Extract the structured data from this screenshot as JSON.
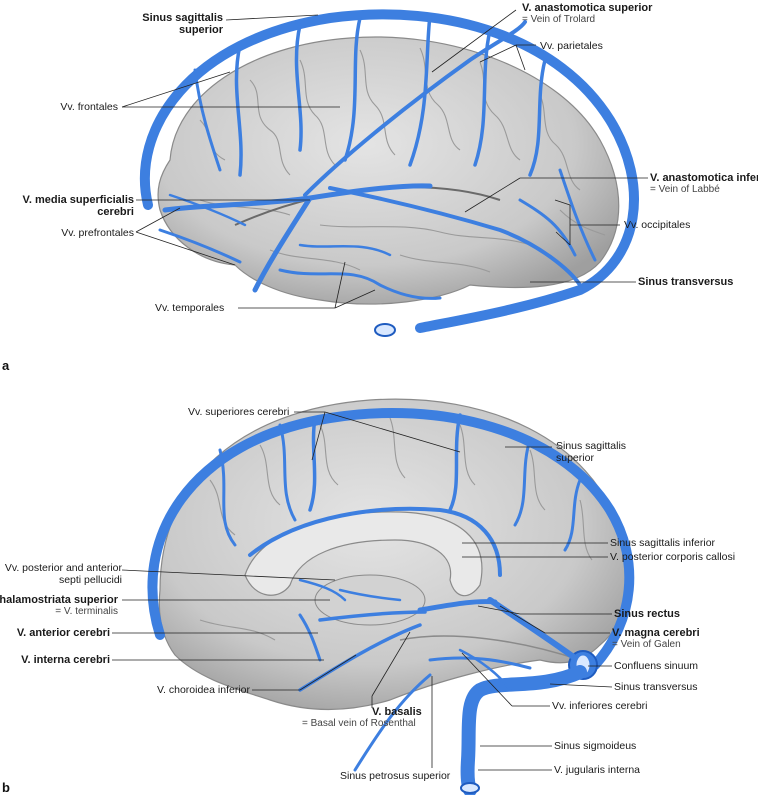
{
  "panels": [
    {
      "letter": "a",
      "labels": {
        "sinus_sagittalis_superior": {
          "main": "Sinus sagittalis superior",
          "bold": true
        },
        "v_anastomotica_superior": {
          "main": "V. anastomotica superior",
          "sub": "= Vein of Trolard",
          "bold": true
        },
        "vv_parietales": {
          "main": "Vv. parietales"
        },
        "vv_frontales": {
          "main": "Vv. frontales"
        },
        "v_anastomotica_inferior": {
          "main": "V. anastomotica inferior",
          "sub": "= Vein of Labbé",
          "bold": true
        },
        "v_media_superficialis_cerebri": {
          "main": "V. media superficialis cerebri",
          "bold": true
        },
        "vv_occipitales": {
          "main": "Vv. occipitales"
        },
        "vv_prefrontales": {
          "main": "Vv. prefrontales"
        },
        "sinus_transversus": {
          "main": "Sinus transversus",
          "bold": true
        },
        "vv_temporales": {
          "main": "Vv. temporales"
        }
      }
    },
    {
      "letter": "b",
      "labels": {
        "vv_superiores_cerebri": {
          "main": "Vv. superiores cerebri"
        },
        "sinus_sagittalis_superior": {
          "main": "Sinus sagittalis superior"
        },
        "sinus_sagittalis_inferior": {
          "main": "Sinus sagittalis inferior"
        },
        "vv_septi_pellucidi": {
          "main": "Vv. posterior and anterior septi pellucidi"
        },
        "v_posterior_corporis_callosi": {
          "main": "V. posterior corporis callosi"
        },
        "v_thalamostriata_superior": {
          "main": "V. thalamostriata superior",
          "sub": "= V. terminalis",
          "bold": true
        },
        "sinus_rectus": {
          "main": "Sinus rectus",
          "bold": true
        },
        "v_anterior_cerebri": {
          "main": "V. anterior cerebri",
          "bold": true
        },
        "v_magna_cerebri": {
          "main": "V. magna cerebri",
          "sub": "= Vein of Galen",
          "bold": true
        },
        "v_interna_cerebri": {
          "main": "V. interna cerebri",
          "bold": true
        },
        "confluens_sinuum": {
          "main": "Confluens sinuum"
        },
        "v_choroidea_inferior": {
          "main": "V. choroidea inferior"
        },
        "sinus_transversus": {
          "main": "Sinus transversus"
        },
        "vv_inferiores_cerebri": {
          "main": "Vv. inferiores cerebri"
        },
        "v_basalis": {
          "main": "V. basalis",
          "sub": "= Basal vein of Rosenthal",
          "bold": true
        },
        "sinus_sigmoideus": {
          "main": "Sinus sigmoideus"
        },
        "sinus_petrosus_superior": {
          "main": "Sinus petrosus superior"
        },
        "v_jugularis_interna": {
          "main": "V. jugularis interna"
        }
      }
    }
  ],
  "colors": {
    "vein": "#3d7fe0",
    "vein_dark": "#1f5cc0",
    "brain": "#cfcfcf",
    "brain_dark": "#a8a8a8",
    "leader": "#222222"
  }
}
